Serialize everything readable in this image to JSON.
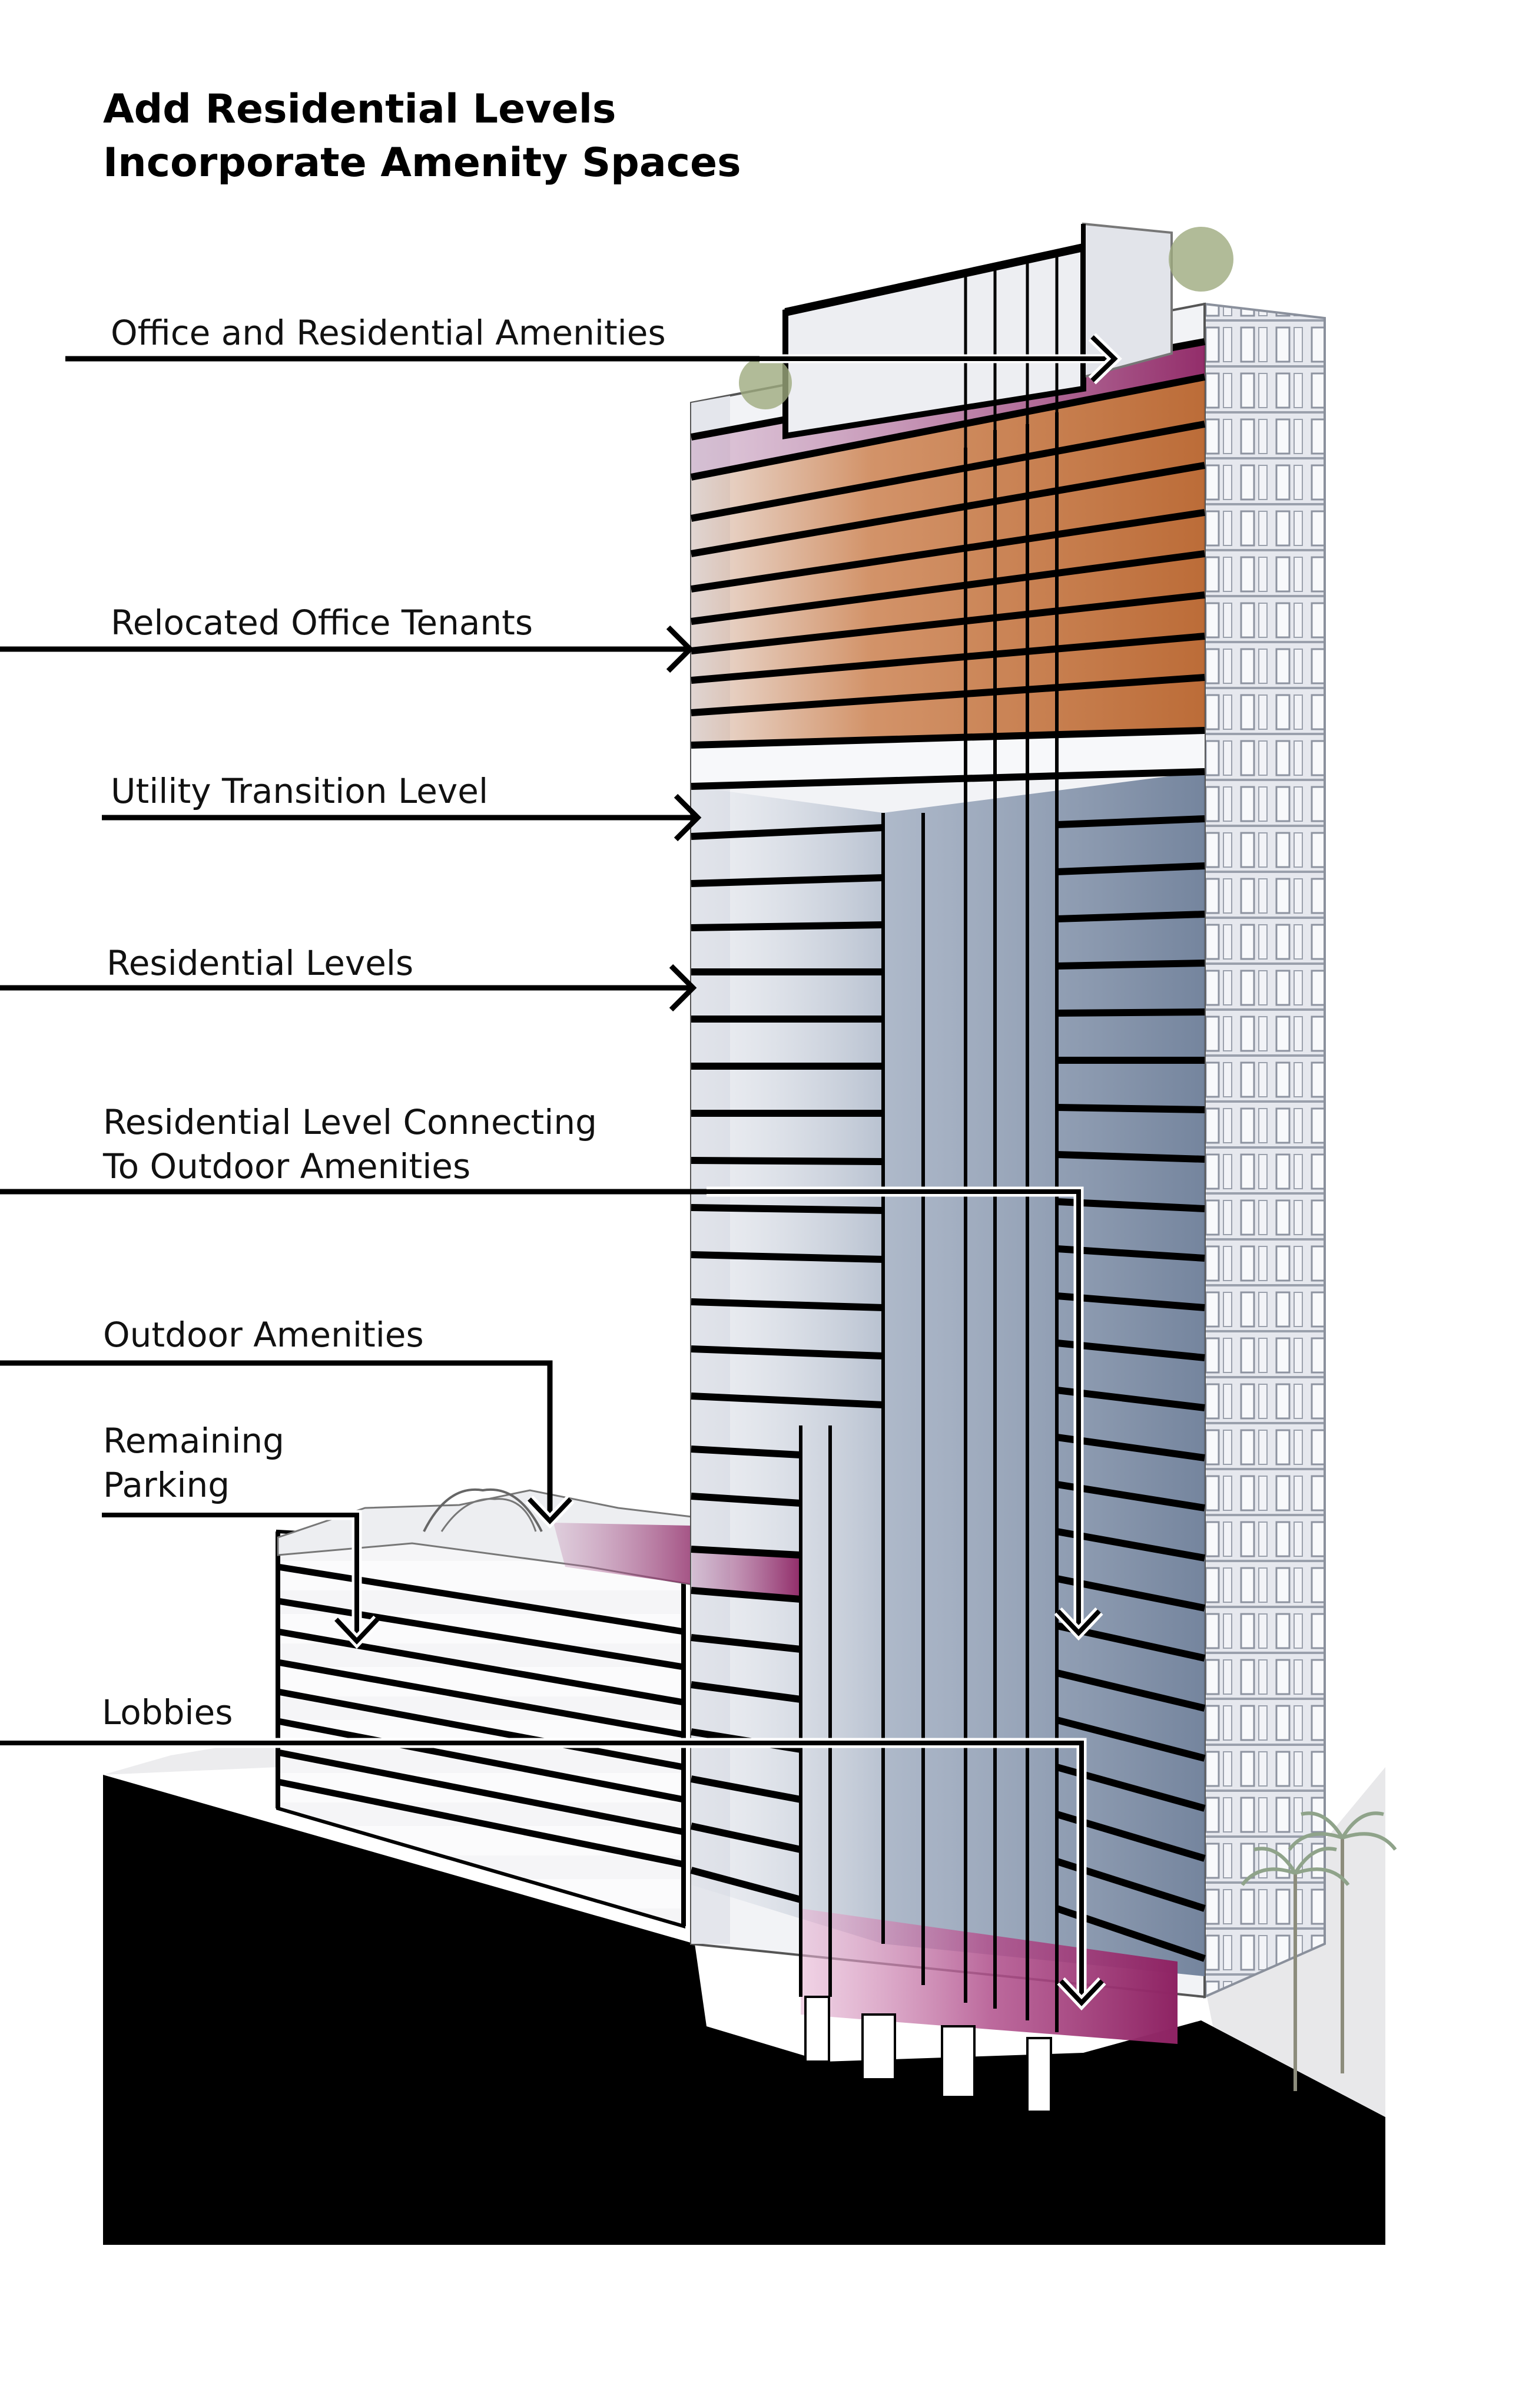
{
  "title": {
    "line1": "Add Residential Levels",
    "line2": "Incorporate Amenity Spaces"
  },
  "callouts": [
    {
      "id": "office-residential-amenities",
      "lines": [
        "Office and Residential Amenities"
      ],
      "zone_color": "#8E2363"
    },
    {
      "id": "relocated-office-tenants",
      "lines": [
        "Relocated Office Tenants"
      ],
      "zone_color": "#C8733A"
    },
    {
      "id": "utility-transition-level",
      "lines": [
        "Utility Transition Level"
      ],
      "zone_color": "#F2F3F6"
    },
    {
      "id": "residential-levels",
      "lines": [
        "Residential Levels"
      ],
      "zone_color": "#7F90A8"
    },
    {
      "id": "residential-level-connecting",
      "lines": [
        "Residential Level Connecting",
        "To Outdoor Amenities"
      ],
      "zone_color": "#8E2363"
    },
    {
      "id": "outdoor-amenities",
      "lines": [
        "Outdoor Amenities"
      ],
      "zone_color": "#8E2363"
    },
    {
      "id": "remaining-parking",
      "lines": [
        "Remaining",
        "Parking"
      ],
      "zone_color": "#F4F4F6"
    },
    {
      "id": "lobbies",
      "lines": [
        "Lobbies"
      ],
      "zone_color": "#8E2363"
    }
  ],
  "colors": {
    "office": "#C8733A",
    "residential": "#7F90A8",
    "amenity": "#8E2363",
    "ground": "#000000",
    "facade": "#E4E6EC",
    "line": "#000000"
  }
}
